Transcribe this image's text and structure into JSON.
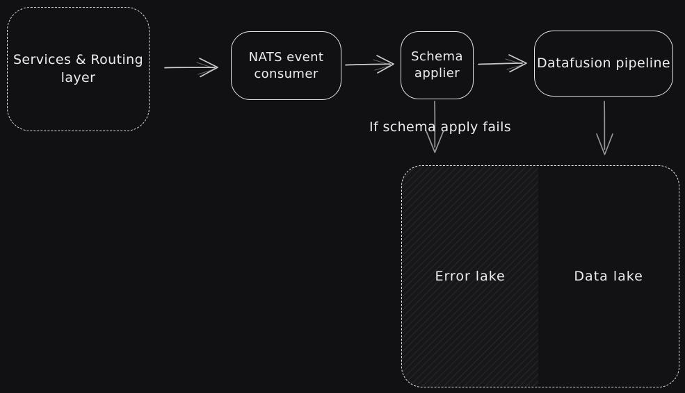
{
  "colors": {
    "background": "#111113",
    "stroke": "#e4e4e4",
    "text": "#ececec",
    "arrow": "#cccccc",
    "muted_arrow": "#979797"
  },
  "nodes": {
    "services": {
      "label": "Services & Routing\nlayer"
    },
    "nats": {
      "label": "NATS event\nconsumer"
    },
    "schema": {
      "label": "Schema\napplier"
    },
    "datafusion": {
      "label": "Datafusion pipeline"
    }
  },
  "lakes": {
    "error": {
      "label": "Error lake"
    },
    "data": {
      "label": "Data lake"
    }
  },
  "annotations": {
    "fail_condition": "If schema apply fails"
  }
}
